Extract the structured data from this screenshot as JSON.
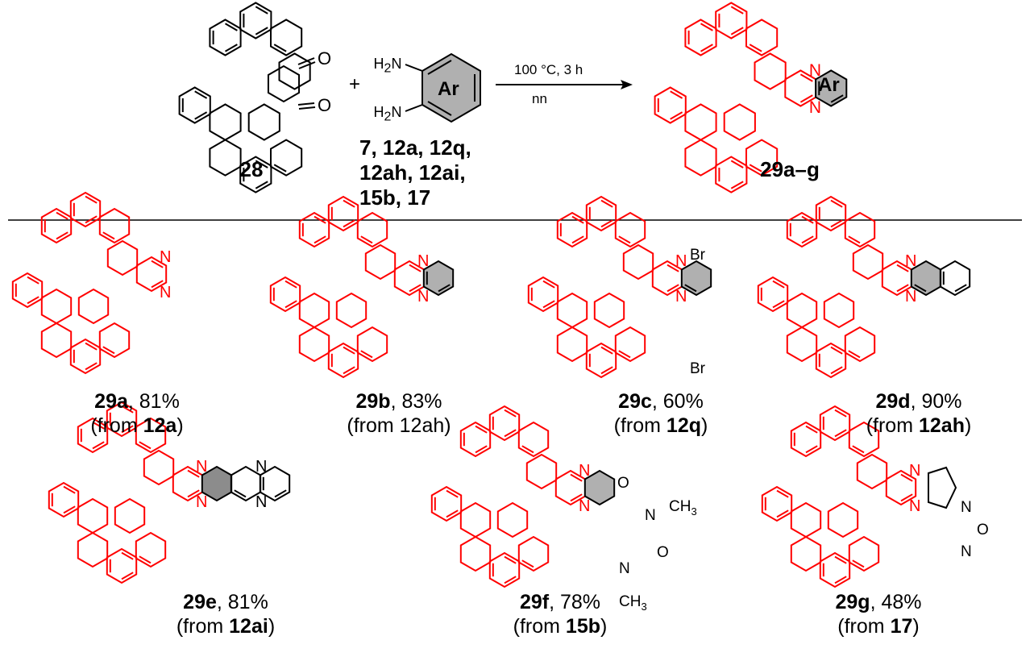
{
  "scheme": {
    "reactant_label": "28",
    "plus": "+",
    "diamine_nh2_top": "H",
    "diamine_nh2_bottom": "H",
    "nh2_sub": "2",
    "nh2_n": "N",
    "ar_label": "Ar",
    "reagent_list": [
      "7, 12a, 12q,",
      "12ah, 12ai,",
      "15b, 17"
    ],
    "condition_top": "100 °C, 3 h",
    "condition_bottom": "nn",
    "product_label": "29a–g",
    "atom_O": "O",
    "atom_N": "N"
  },
  "products": [
    {
      "id": "29a",
      "yield": ", 81%",
      "from_prefix": "(from ",
      "from": "12a",
      "from_bold": true,
      "suffix": ")"
    },
    {
      "id": "29b",
      "yield": ", 83%",
      "from_prefix": "(from ",
      "from": "12ah",
      "from_bold": false,
      "suffix": ")"
    },
    {
      "id": "29c",
      "yield": ", 60%",
      "from_prefix": "(from ",
      "from": "12q",
      "from_bold": true,
      "suffix": ")"
    },
    {
      "id": "29d",
      "yield": ", 90%",
      "from_prefix": "(from ",
      "from": "12ah",
      "from_bold": true,
      "suffix": ")"
    },
    {
      "id": "29e",
      "yield": ", 81%",
      "from_prefix": "(from ",
      "from": "12ai",
      "from_bold": true,
      "suffix": ")"
    },
    {
      "id": "29f",
      "yield": ", 78%",
      "from_prefix": "(from ",
      "from": "15b",
      "from_bold": true,
      "suffix": ")"
    },
    {
      "id": "29g",
      "yield": ", 48%",
      "from_prefix": "(from ",
      "from": "17",
      "from_bold": true,
      "suffix": ")"
    }
  ],
  "atoms": {
    "br": "Br",
    "ch3": "CH",
    "three": "3",
    "o": "O",
    "n": "N"
  },
  "colors": {
    "core": "#ff0000",
    "ring_fill": "#b0b0b0",
    "ring_fill_dark": "#8c8c8c"
  }
}
